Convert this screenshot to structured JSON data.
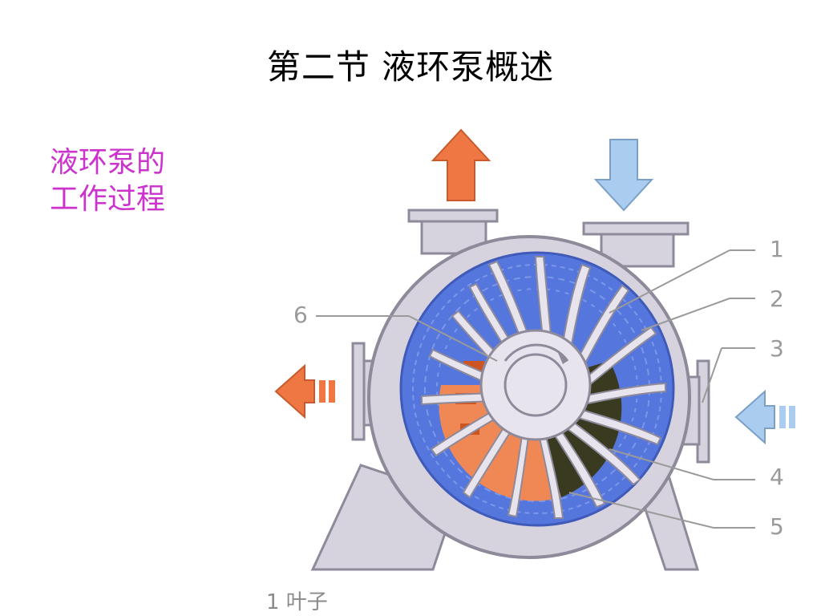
{
  "slide": {
    "title": "第二节 液环泵概述",
    "subtitle_lines": [
      "液环泵的",
      "工作过程"
    ]
  },
  "figure": {
    "callouts": [
      "1",
      "2",
      "3",
      "4",
      "5",
      "6"
    ],
    "caption_partial": "1 叶子",
    "colors": {
      "liquid_ring": "#5577dd",
      "impeller": "#e8e4ee",
      "body": "#d6d2de",
      "outlet_arrow": "#ee7744",
      "inlet_arrow": "#aaccee",
      "compression_zone": "#f08855",
      "suction_zone": "#3a3a20"
    },
    "icons": [
      "arrow-up-icon",
      "arrow-down-icon",
      "arrow-left-icon",
      "arrow-left-icon"
    ]
  }
}
